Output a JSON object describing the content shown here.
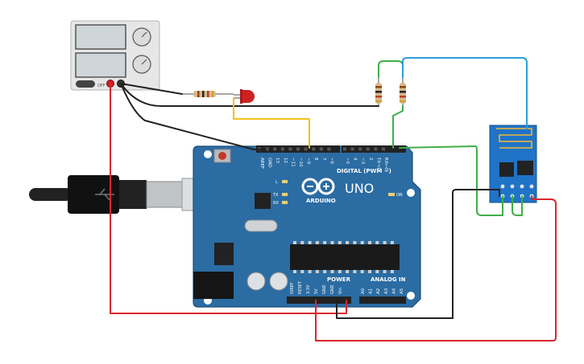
{
  "board": {
    "model": "UNO",
    "brand": "ARDUINO",
    "pwm_label": "DIGITAL (PWM ~)",
    "power_label": "POWER",
    "analog_label": "ANALOG IN",
    "on_label": "ON",
    "led_l": "L",
    "led_tx": "TX",
    "led_rx": "RX",
    "digital_pins": [
      "AREF",
      "GND",
      "13",
      "12",
      "~11",
      "~10",
      "~9",
      "8",
      "7",
      "~6",
      "~5",
      "4",
      "~3",
      "2",
      "TX→1",
      "RX←0"
    ],
    "power_pins": [
      "IOREF",
      "RESET",
      "3.3V",
      "5V",
      "GND",
      "GND",
      "Vin"
    ],
    "analog_pins": [
      "A0",
      "A1",
      "A2",
      "A3",
      "A4",
      "A5"
    ]
  },
  "power_supply": {
    "switch_label": "OFF"
  },
  "colors": {
    "board": "#2b6ca3",
    "wire_red": "#d9272e",
    "wire_black": "#222222",
    "wire_yellow": "#f2c21b",
    "wire_green": "#3fae49",
    "wire_blue": "#2a9fd6",
    "esp_board": "#1f74c7",
    "led": "#cc2222"
  }
}
